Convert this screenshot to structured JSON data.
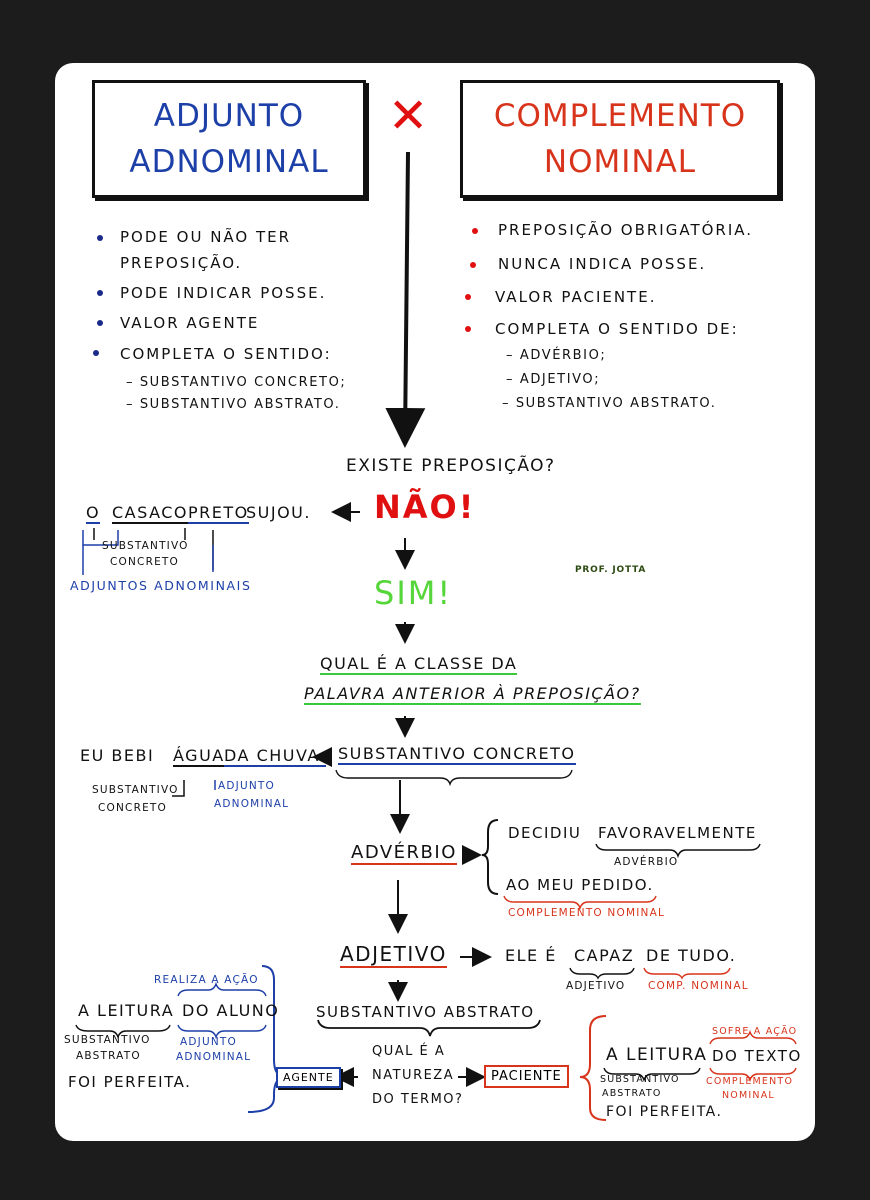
{
  "left_title": {
    "line1": "ADJUNTO",
    "line2": "ADNOMINAL"
  },
  "right_title": {
    "line1": "COMPLEMENTO",
    "line2": "NOMINAL"
  },
  "vs_symbol": "✕",
  "left_points": [
    "PODE OU NÃO TER",
    "PREPOSIÇÃO.",
    "PODE INDICAR POSSE.",
    "VALOR AGENTE",
    "COMPLETA O SENTIDO:"
  ],
  "left_sub": [
    "– SUBSTANTIVO CONCRETO;",
    "– SUBSTANTIVO ABSTRATO."
  ],
  "right_points": [
    "PREPOSIÇÃO OBRIGATÓRIA.",
    "NUNCA INDICA POSSE.",
    "VALOR PACIENTE.",
    "COMPLETA O SENTIDO DE:"
  ],
  "right_sub": [
    "– ADVÉRBIO;",
    "– ADJETIVO;",
    "– SUBSTANTIVO ABSTRATO."
  ],
  "question1": "EXISTE PREPOSIÇÃO?",
  "nao": "NÃO!",
  "sim": "SIM!",
  "ex1": {
    "o": "O",
    "casaco": "CASACO",
    "preto": "PRETO",
    "sujou": "SUJOU.",
    "note1": "SUBSTANTIVO",
    "note2": "CONCRETO",
    "label": "ADJUNTOS ADNOMINAIS"
  },
  "author": "PROF. JOTTA",
  "question2": {
    "line1": "QUAL É A CLASSE DA",
    "line2": "PALAVRA ANTERIOR À PREPOSIÇÃO?"
  },
  "ex2": {
    "eu_bebi": "EU BEBI",
    "agua": "ÁGUA",
    "da_chuva": "DA CHUVA.",
    "subst_concreto": "SUBSTANTIVO CONCRETO",
    "note1": "SUBSTANTIVO",
    "note2": "CONCRETO",
    "adj1": "ADJUNTO",
    "adj2": "ADNOMINAL"
  },
  "adverbio": {
    "label": "ADVÉRBIO",
    "decidiu": "DECIDIU",
    "favoravelmente": "FAVORAVELMENTE",
    "note": "ADVÉRBIO",
    "ao_meu_pedido": "AO MEU PEDIDO.",
    "cn": "COMPLEMENTO NOMINAL"
  },
  "adjetivo": {
    "label": "ADJETIVO",
    "ele_e": "ELE É",
    "capaz": "CAPAZ",
    "de_tudo": "DE TUDO.",
    "note": "ADJETIVO",
    "cn": "COMP. NOMINAL"
  },
  "subst_abstrato": "SUBSTANTIVO ABSTRATO",
  "question3": {
    "line1": "QUAL É A",
    "line2": "NATUREZA",
    "line3": "DO TERMO?"
  },
  "agente": "AGENTE",
  "paciente": "PACIENTE",
  "left_ex": {
    "a_leitura": "A LEITURA",
    "do_aluno": "DO ALUNO",
    "realiza": "REALIZA A AÇÃO",
    "note1": "SUBSTANTIVO",
    "note2": "ABSTRATO",
    "adj1": "ADJUNTO",
    "adj2": "ADNOMINAL",
    "foi": "FOI PERFEITA."
  },
  "right_ex": {
    "a_leitura": "A LEITURA",
    "do_texto": "DO TEXTO",
    "sofre": "SOFRE A AÇÃO",
    "note1": "SUBSTANTIVO",
    "note2": "ABSTRATO",
    "cn1": "COMPLEMENTO",
    "cn2": "NOMINAL",
    "foi": "FOI PERFEITA."
  },
  "colors": {
    "blue": "#1d3fa8",
    "orange_red": "#d8341c",
    "red": "#e01010",
    "green": "#56d63a",
    "bullet_blue": "#1a2a8a"
  }
}
